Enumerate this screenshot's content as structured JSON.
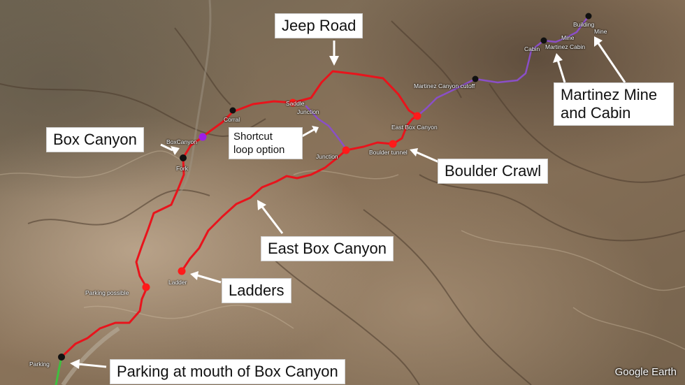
{
  "callouts": {
    "jeep_road": "Jeep Road",
    "box_canyon": "Box Canyon",
    "shortcut_line1": "Shortcut",
    "shortcut_line2": "loop option",
    "boulder_crawl": "Boulder Crawl",
    "martinez_line1": "Martinez Mine",
    "martinez_line2": "and Cabin",
    "east_box_canyon": "East Box Canyon",
    "ladders": "Ladders",
    "parking_mouth": "Parking at mouth of Box Canyon"
  },
  "waypoints": {
    "saddle": "Saddle",
    "junction_upper": "Junction",
    "corral": "Corral",
    "box_canyon": "BoxCanyon",
    "fork": "Fork",
    "junction_lower": "Junction",
    "boulder_tunnel": "Boulder tunnel",
    "east_box_canyon": "East Box Canyon",
    "martinez_canyon_cutoff": "Martinez Canyon cutoff",
    "cabin": "Cabin",
    "martinez_cabin": "Martinez Cabin",
    "mine_small": "Mine",
    "building": "Building",
    "mine": "Mine",
    "ladder": "Ladder",
    "parking_possible": "Parking possible",
    "parking": "Parking"
  },
  "watermark": "Google Earth",
  "colors": {
    "route_main": "#e8141c",
    "route_alt": "#8a4fc7",
    "route_start": "#3fbf3f",
    "marker_red": "#ff1a1a",
    "marker_black": "#111111",
    "marker_purple": "#9b1fe8"
  }
}
